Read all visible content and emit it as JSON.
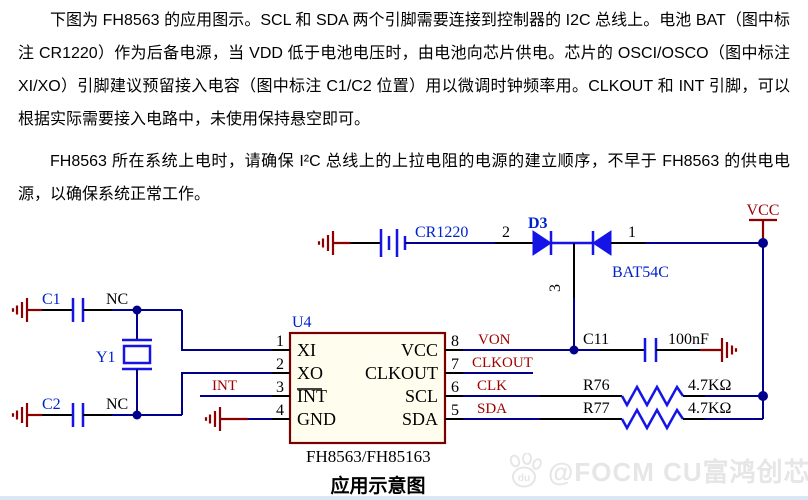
{
  "doc": {
    "paragraph1": "下图为 FH8563  的应用图示。SCL 和 SDA 两个引脚需要连接到控制器的 I2C 总线上。电池 BAT（图中标注 CR1220）作为后备电源，当 VDD 低于电池电压时，由电池向芯片供电。芯片的 OSCI/OSCO（图中标注 XI/XO）引脚建议预留接入电容（图中标注 C1/C2 位置）用以微调时钟频率用。CLKOUT 和 INT 引脚，可以根据实际需要接入电路中，未使用保持悬空即可。",
    "paragraph2": "FH8563 所在系统上电时，请确保 I²C 总线上的上拉电阻的电源的建立顺序，不早于 FH8563 的供电电源，以确保系统正常工作。",
    "caption": "应用示意图"
  },
  "schematic": {
    "power": {
      "vcc": "VCC"
    },
    "battery": {
      "designator": "CR1220"
    },
    "dual_diode": {
      "designator": "D3",
      "part": "BAT54C",
      "pin1": "1",
      "pin2": "2",
      "pin3": "3"
    },
    "ic": {
      "designator": "U4",
      "part": "FH8563/FH85163",
      "left_pins": [
        {
          "num": "1",
          "name": "XI"
        },
        {
          "num": "2",
          "name": "XO"
        },
        {
          "num": "3",
          "name": "INT"
        },
        {
          "num": "4",
          "name": "GND"
        }
      ],
      "right_pins": [
        {
          "num": "8",
          "name": "VCC"
        },
        {
          "num": "7",
          "name": "CLKOUT"
        },
        {
          "num": "6",
          "name": "SCL"
        },
        {
          "num": "5",
          "name": "SDA"
        }
      ]
    },
    "nets": {
      "von": "VON",
      "clkout": "CLKOUT",
      "clk": "CLK",
      "sda": "SDA",
      "int": "INT"
    },
    "components": {
      "c1": {
        "designator": "C1",
        "note": "NC"
      },
      "c2": {
        "designator": "C2",
        "note": "NC"
      },
      "y1": {
        "designator": "Y1"
      },
      "c11": {
        "designator": "C11",
        "value": "100nF"
      },
      "r76": {
        "designator": "R76",
        "value": "4.7KΩ"
      },
      "r77": {
        "designator": "R77",
        "value": "4.7KΩ"
      }
    }
  },
  "watermark": {
    "logo_text": "du",
    "text": "@FOCM CU富鸿创芯"
  },
  "colors": {
    "wire": "#00008b",
    "component": "#1414e6",
    "designator": "#0022cc",
    "net_label": "#a00000",
    "ground": "#8e0000",
    "ic_border": "#7a0000",
    "ic_fill": "#fffeee"
  }
}
